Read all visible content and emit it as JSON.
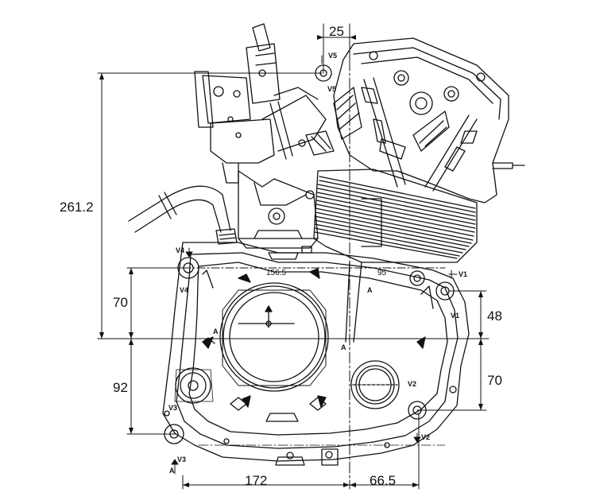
{
  "dimensions": {
    "top_width": "25",
    "overall_height": "261.2",
    "upper_left_height": "70",
    "lower_left_height": "92",
    "upper_right_height": "48",
    "lower_right_height": "70",
    "bottom_left_width": "172",
    "bottom_right_width": "66.5",
    "left_span": "156.5",
    "right_span": "95"
  },
  "mount_markers": {
    "v1": "V1",
    "v1b": "V1",
    "v2": "V2",
    "v2b": "V2",
    "v3": "V3",
    "v3b": "V3",
    "v4": "V4",
    "v4b": "V4",
    "v5": "V5",
    "v5b": "V5"
  },
  "section_markers": {
    "a_bottom": "A",
    "a_center": "A",
    "a_left": "A",
    "a_right": "A"
  },
  "colors": {
    "line": "#111111",
    "background": "#ffffff"
  }
}
